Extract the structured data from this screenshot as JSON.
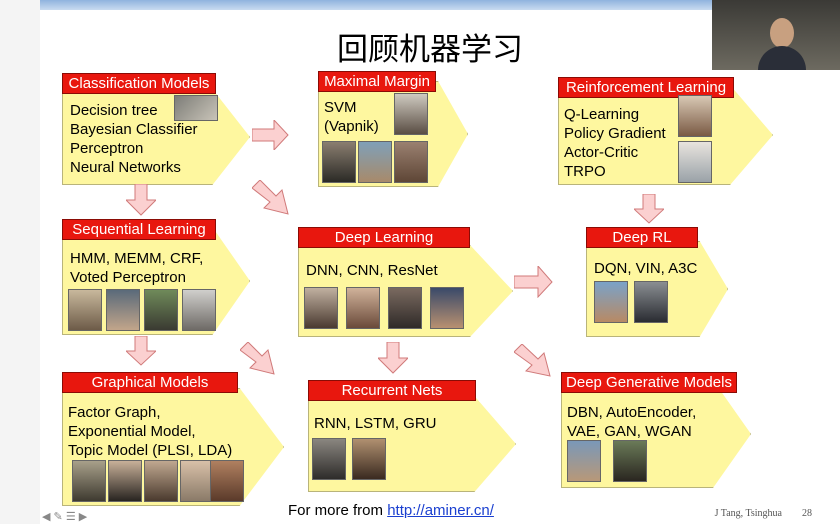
{
  "slide": {
    "title": "回顾机器学习",
    "footer_prefix": "For more from ",
    "footer_link": "http://aminer.cn/",
    "credit": "J Tang, Tsinghua",
    "page_number": "28",
    "nav_icons": [
      "arrow-left-icon",
      "pen-icon",
      "menu-icon",
      "arrow-right-icon"
    ]
  },
  "boxes": {
    "classification": {
      "label": "Classification Models",
      "lines": [
        "Decision tree",
        "Bayesian Classifier",
        "Perceptron",
        "Neural Networks"
      ]
    },
    "margin": {
      "label": "Maximal Margin",
      "lines": [
        "SVM",
        "(Vapnik)"
      ]
    },
    "rl": {
      "label": "Reinforcement Learning",
      "lines": [
        "Q-Learning",
        "Policy Gradient",
        "Actor-Critic",
        "TRPO"
      ]
    },
    "sequential": {
      "label": "Sequential Learning",
      "lines": [
        "HMM, MEMM, CRF,",
        "Voted Perceptron"
      ]
    },
    "deep": {
      "label": "Deep Learning",
      "lines": [
        "DNN, CNN, ResNet"
      ]
    },
    "deeprl": {
      "label": "Deep RL",
      "lines": [
        "DQN, VIN, A3C"
      ]
    },
    "graphical": {
      "label": "Graphical Models",
      "lines": [
        "Factor Graph,",
        "Exponential Model,",
        "Topic Model (PLSI, LDA)"
      ]
    },
    "recurrent": {
      "label": "Recurrent Nets",
      "lines": [
        "RNN, LSTM, GRU"
      ]
    },
    "generative": {
      "label": "Deep Generative Models",
      "lines": [
        "DBN, AutoEncoder,",
        "VAE, GAN, WGAN"
      ]
    }
  },
  "colors": {
    "box_fill": "#fef79f",
    "label_red": "#e8170e",
    "arrow_pink": "#fbd0d0",
    "link_blue": "#1a3fd0"
  }
}
